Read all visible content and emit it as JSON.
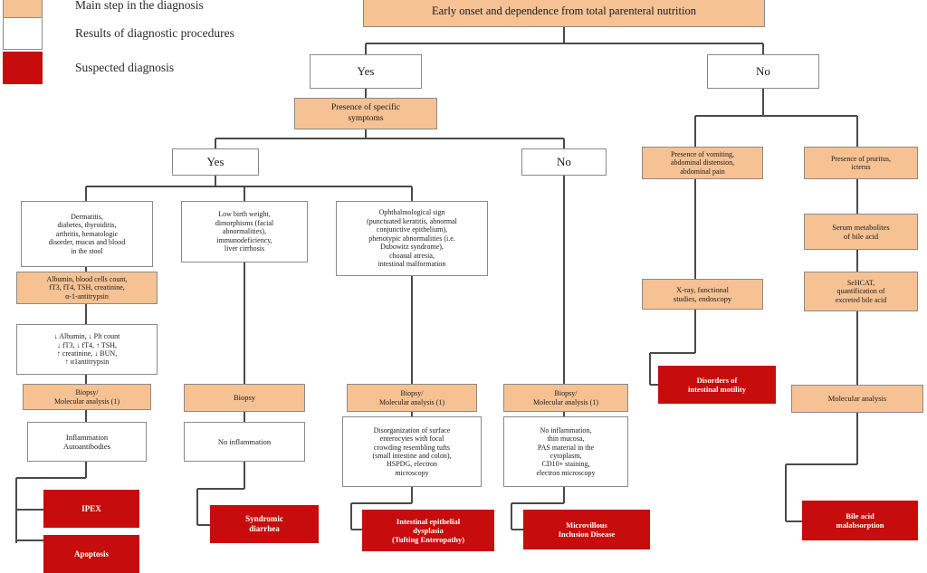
{
  "legend": {
    "items": [
      {
        "swatch": "step",
        "color": "#F6C294",
        "label": "Main step in the diagnosis"
      },
      {
        "swatch": "result",
        "color": "#FFFFFF",
        "label": "Results of diagnostic procedures"
      },
      {
        "swatch": "diag",
        "color": "#C60C0C",
        "label": "Suspected diagnosis"
      }
    ]
  },
  "palette": {
    "step": "#F6C294",
    "result": "#FFFFFF",
    "diagnosis": "#C60C0C",
    "border": "#8A8A8A",
    "connector": "#4A4A4A",
    "text": "#1B1B1B",
    "diagnosis_text": "#FFFFFF"
  },
  "chart_data": {
    "type": "diagram",
    "title": "Diagnostic algorithm for congenital diarrheal disorders",
    "root": "Early onset and dependence from total parenteral nutrition"
  },
  "nodes": {
    "root": "Early onset and dependence from total parenteral nutrition",
    "yes_top": "Yes",
    "no_top": "No",
    "specific_symptoms": "Presence of specific\nsymptoms",
    "yes_second": "Yes",
    "no_second": "No",
    "col1_result": "Dermatitis,\ndiabetes, thyroiditis,\narthritis, hematologic\ndisorder, mucus and blood\nin the stool",
    "col1_step1": "Albumin, blood cells count,\nfT3, fT4, TSH, creatinine,\nα-1-antitrypsin",
    "col1_result2": "↓ Albumin, ↓ Plt count\n↓ fT3, ↓ fT4, ↑ TSH,\n↑ creatinine, ↓ BUN,\n↑ α1antitrypsin",
    "col1_step2": "Biopsy/\nMolecular analysis (1)",
    "col1_result3": "Inflammation\nAutoantibodies",
    "col1_diag1": "IPEX",
    "col1_diag2": "Apoptosis",
    "col2_result": "Low birth weight,\ndimorphisms (facial\nabnormalities),\nimmunodeficiency,\nliver cirrhosis",
    "col2_step1": "Biopsy",
    "col2_result2": "No inflammation",
    "col2_diag": "Syndromic\ndiarrhea",
    "col3_result": "Ophthalmological sign\n(punctuated keratitis, abnormal\nconjunctive epithelium),\nphenotypic abnormalities (i.e.\nDubowitz syndrome),\nchoanal atresia,\nintestinal malformation",
    "col3_step1": "Biopsy/\nMolecular analysis (1)",
    "col3_result2": "Disorganization of surface\nenterocytes with focal\ncrowding resembling tufts\n(small intestine and colon),\nHSPDG, electron\nmicroscopy",
    "col3_diag": "Intestinal epithelial\ndysplasia\n(Tufting Enteropathy)",
    "col4_step1": "Biopsy/\nMolecular analysis (1)",
    "col4_result2": "No inflammation,\nthin mucosa,\nPAS material in the\ncytoplasm,\nCD10+ staining,\nelectron microscopy",
    "col4_diag": "Microvillous\nInclusion Disease",
    "col5_step1": "Presence of vomiting,\nabdominal distension,\nabdominal pain",
    "col5_step2": "X-ray, functional\nstudies, endoscopy",
    "col5_diag": "Disorders of\nintestinal motility",
    "col6_step1": "Presence of pruritus,\nicterus",
    "col6_step2": "Serum metabolites\nof bile acid",
    "col6_step3": "SeHCAT,\nquantification of\nexcreted bile acid",
    "col6_step4": "Molecular analysis",
    "col6_diag": "Bile acid\nmalabsorption"
  }
}
